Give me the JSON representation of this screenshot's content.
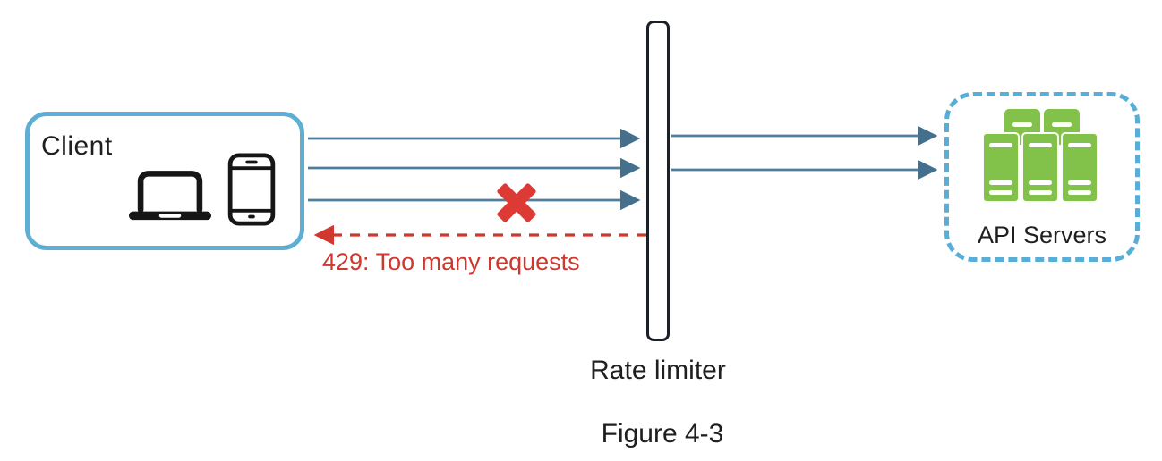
{
  "diagram": {
    "client": {
      "label": "Client",
      "icons": [
        "laptop-icon",
        "smartphone-icon"
      ]
    },
    "rate_limiter": {
      "label": "Rate limiter"
    },
    "api_servers": {
      "label": "API Servers",
      "icon": "server-stack-icon"
    },
    "rejection": {
      "label": "429: Too many requests",
      "icon": "blocked-x-icon"
    },
    "caption": {
      "label": "Figure 4-3"
    },
    "flows": {
      "client_to_limiter_arrow_count": 3,
      "limiter_to_servers_arrow_count": 2,
      "rejected_arrow_count": 1,
      "rejected_arrow_style": "dashed"
    }
  },
  "colors": {
    "client_box_border": "#5fafd4",
    "api_box_border": "#58aed6",
    "arrow_line_blue": "#4d7e9b",
    "arrowhead_blue": "#45708d",
    "error_red": "#d0382f",
    "blocked_x_red": "#dd3a36",
    "server_green": "#83c24a",
    "limiter_bar_border": "#1a202a",
    "text_dark": "#1f1f1f",
    "background": "#ffffff"
  }
}
